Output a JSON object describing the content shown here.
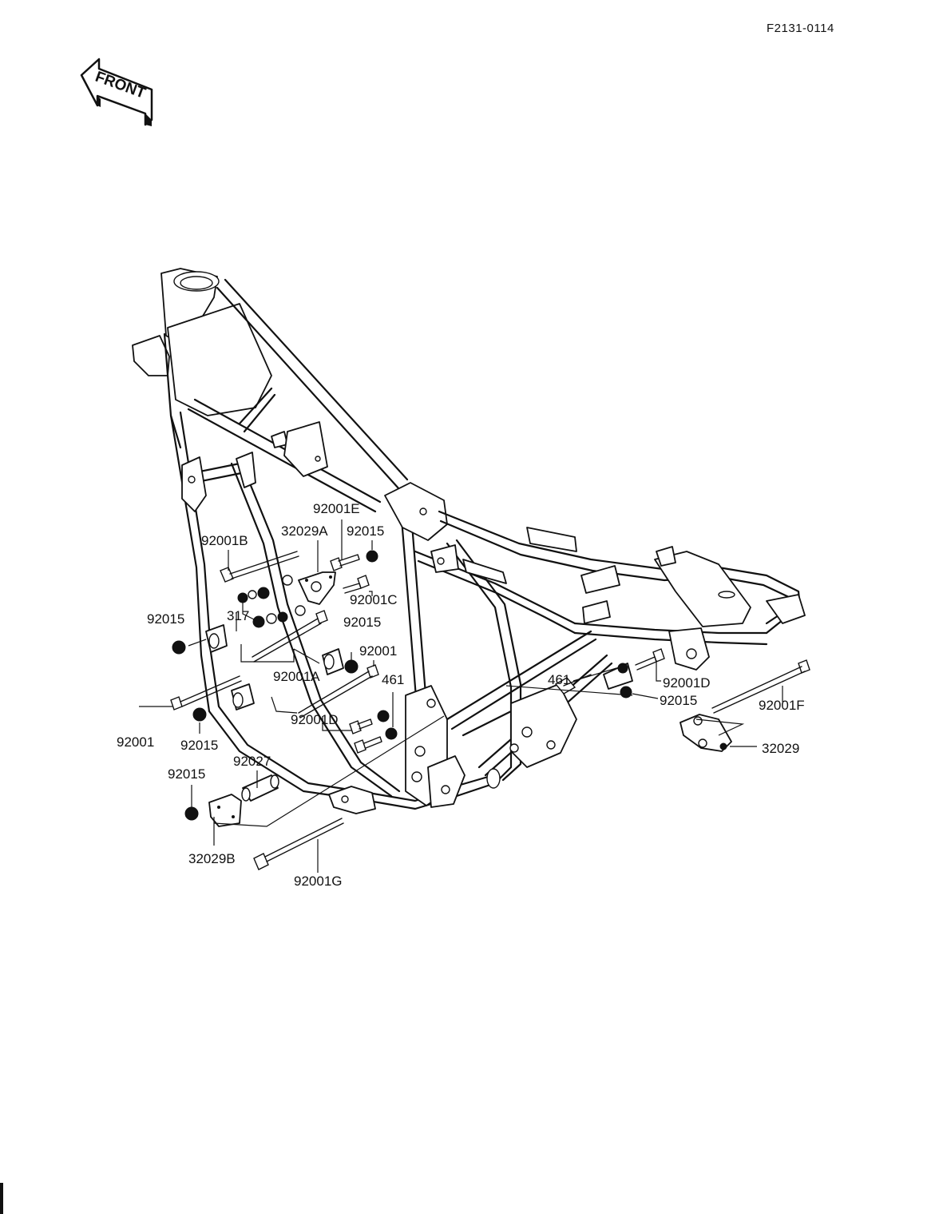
{
  "document": {
    "ref_code": "F2131-0114",
    "direction_label": "FRONT"
  },
  "callouts": {
    "c_92001E": "92001E",
    "c_32029A": "32029A",
    "c_92015_top": "92015",
    "c_92001B": "92001B",
    "c_92001C": "92001C",
    "c_92015_left": "92015",
    "c_317": "317",
    "c_92015_mid": "92015",
    "c_92001_mid": "92001",
    "c_92001A": "92001A",
    "c_461_center": "461",
    "c_92001_left": "92001",
    "c_92015_lower": "92015",
    "c_92001D_center": "92001D",
    "c_92027": "92027",
    "c_92015_bottom": "92015",
    "c_32029B": "32029B",
    "c_92001G": "92001G",
    "c_461_right": "461",
    "c_92001D_right": "92001D",
    "c_92015_right": "92015",
    "c_92001F": "92001F",
    "c_32029": "32029"
  }
}
